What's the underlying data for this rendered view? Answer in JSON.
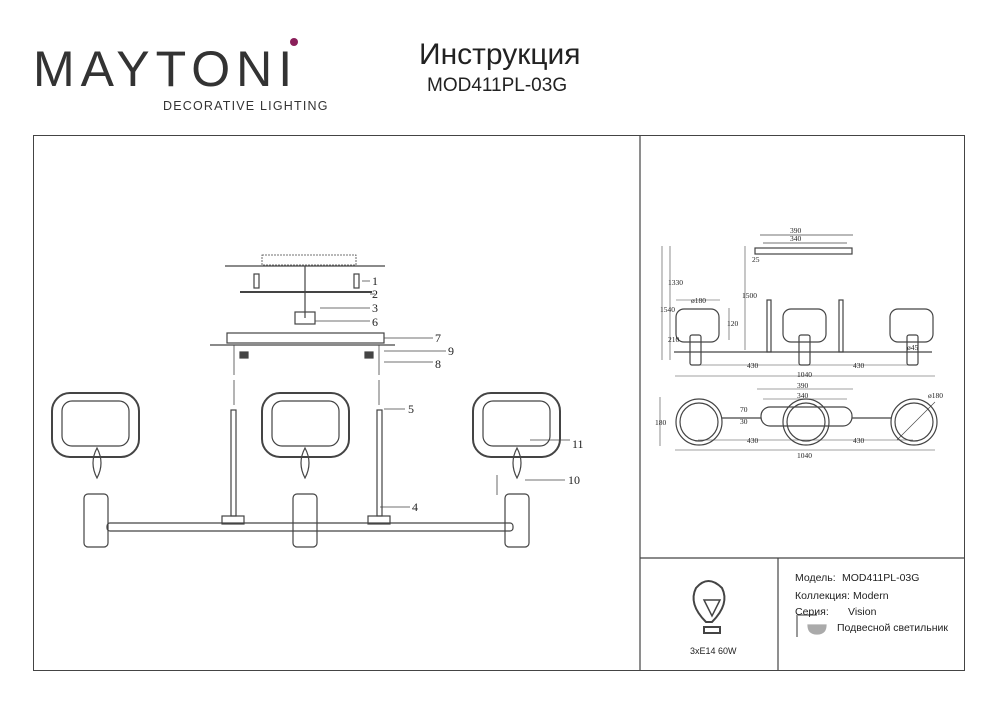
{
  "brand": {
    "name": "MAYTONI",
    "tagline": "DECORATIVE LIGHTING"
  },
  "header": {
    "title": "Инструкция",
    "model": "MOD411PL-03G"
  },
  "assembly": {
    "callouts": [
      "1",
      "2",
      "3",
      "6",
      "7",
      "9",
      "8",
      "5",
      "11",
      "10",
      "4"
    ]
  },
  "dimensions": {
    "side": {
      "canopy_outer": "390",
      "canopy_inner": "340",
      "canopy_h": "25",
      "total_h": "1540",
      "drop": "1330",
      "rod": "1500",
      "shade_w": "ø180",
      "shade_h": "120",
      "lamp_h": "210",
      "tube": "ø45",
      "span_left": "430",
      "span_right": "430",
      "total_w": "1040"
    },
    "top": {
      "canopy_outer": "390",
      "canopy_inner": "340",
      "depth": "180",
      "small_a": "70",
      "small_b": "30",
      "diameter": "ø180",
      "span_left": "430",
      "span_right": "430",
      "total_w": "1040"
    }
  },
  "specs": {
    "bulb": "3xE14 60W",
    "model_label": "Модель:",
    "model_value": "MOD411PL-03G",
    "collection_label": "Коллекция:",
    "collection_value": "Modern",
    "series_label": "Серия:",
    "series_value": "Vision",
    "type": "Подвесной светильник"
  }
}
